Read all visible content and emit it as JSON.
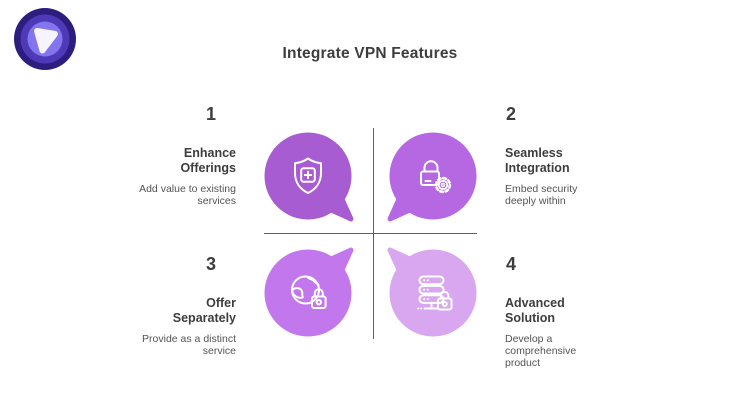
{
  "page": {
    "title": "Integrate VPN Features",
    "background": "#ffffff"
  },
  "logo": {
    "label": "brand-logo",
    "ring_outer": "#2d1d7f",
    "ring_mid": "#4e3ab8",
    "ring_inner": "#8375ec",
    "pick": "#f7f4ff"
  },
  "divider_color": "#5f5f5f",
  "text_colors": {
    "heading": "#3d3d3d",
    "description": "#545454"
  },
  "icon_stroke": "#ffffff",
  "quadrants": [
    {
      "number": "1",
      "title": "Enhance\nOfferings",
      "description": "Add value to existing\nservices",
      "icon": "shield-plus-icon",
      "bubble_color": "#a75cd1"
    },
    {
      "number": "2",
      "title": "Seamless\nIntegration",
      "description": "Embed security\ndeeply within",
      "icon": "lock-gear-icon",
      "bubble_color": "#b667e2"
    },
    {
      "number": "3",
      "title": "Offer\nSeparately",
      "description": "Provide as a distinct\nservice",
      "icon": "globe-lock-icon",
      "bubble_color": "#c278ec"
    },
    {
      "number": "4",
      "title": "Advanced\nSolution",
      "description": "Develop a\ncomprehensive\nproduct",
      "icon": "server-lock-icon",
      "bubble_color": "#d8a7f0"
    }
  ]
}
